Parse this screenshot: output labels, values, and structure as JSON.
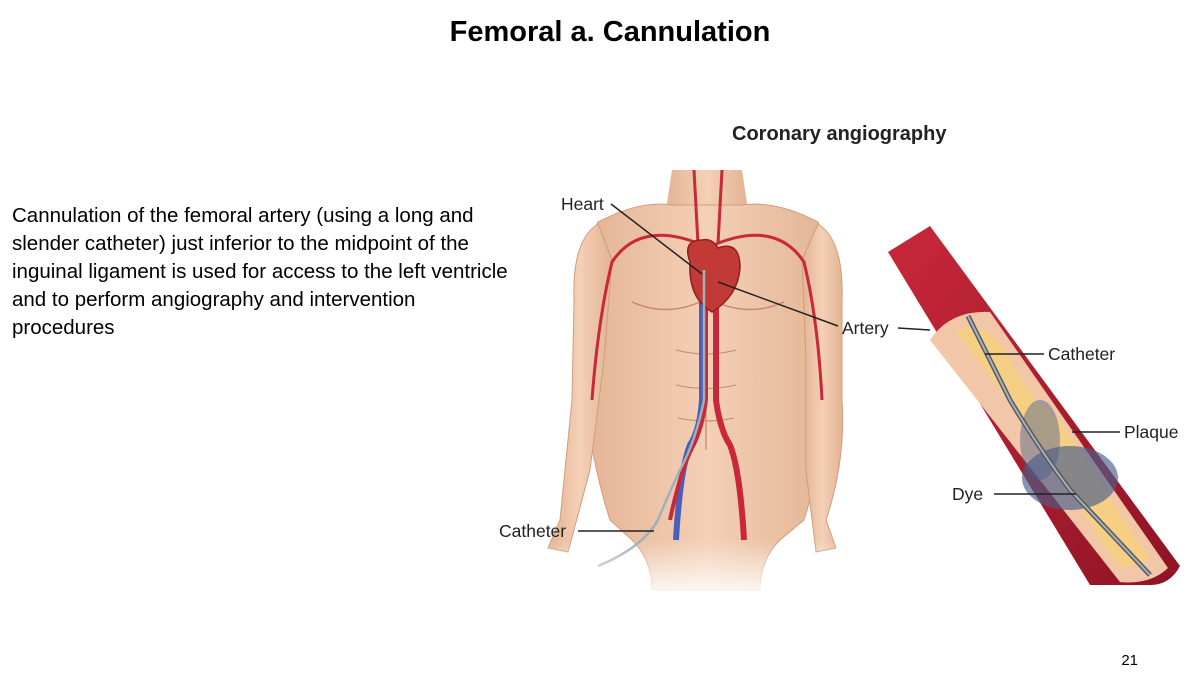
{
  "slide": {
    "title": "Femoral a. Cannulation",
    "body_text": "Cannulation of the femoral artery (using a long and slender catheter) just inferior to the midpoint of the inguinal ligament is used for access to the left ventricle and to perform angiography and intervention procedures",
    "page_number": "21"
  },
  "figure": {
    "title": "Coronary angiography",
    "labels": {
      "heart": "Heart",
      "artery": "Artery",
      "catheter_inset": "Catheter",
      "plaque": "Plaque",
      "dye": "Dye",
      "catheter_body": "Catheter"
    }
  }
}
